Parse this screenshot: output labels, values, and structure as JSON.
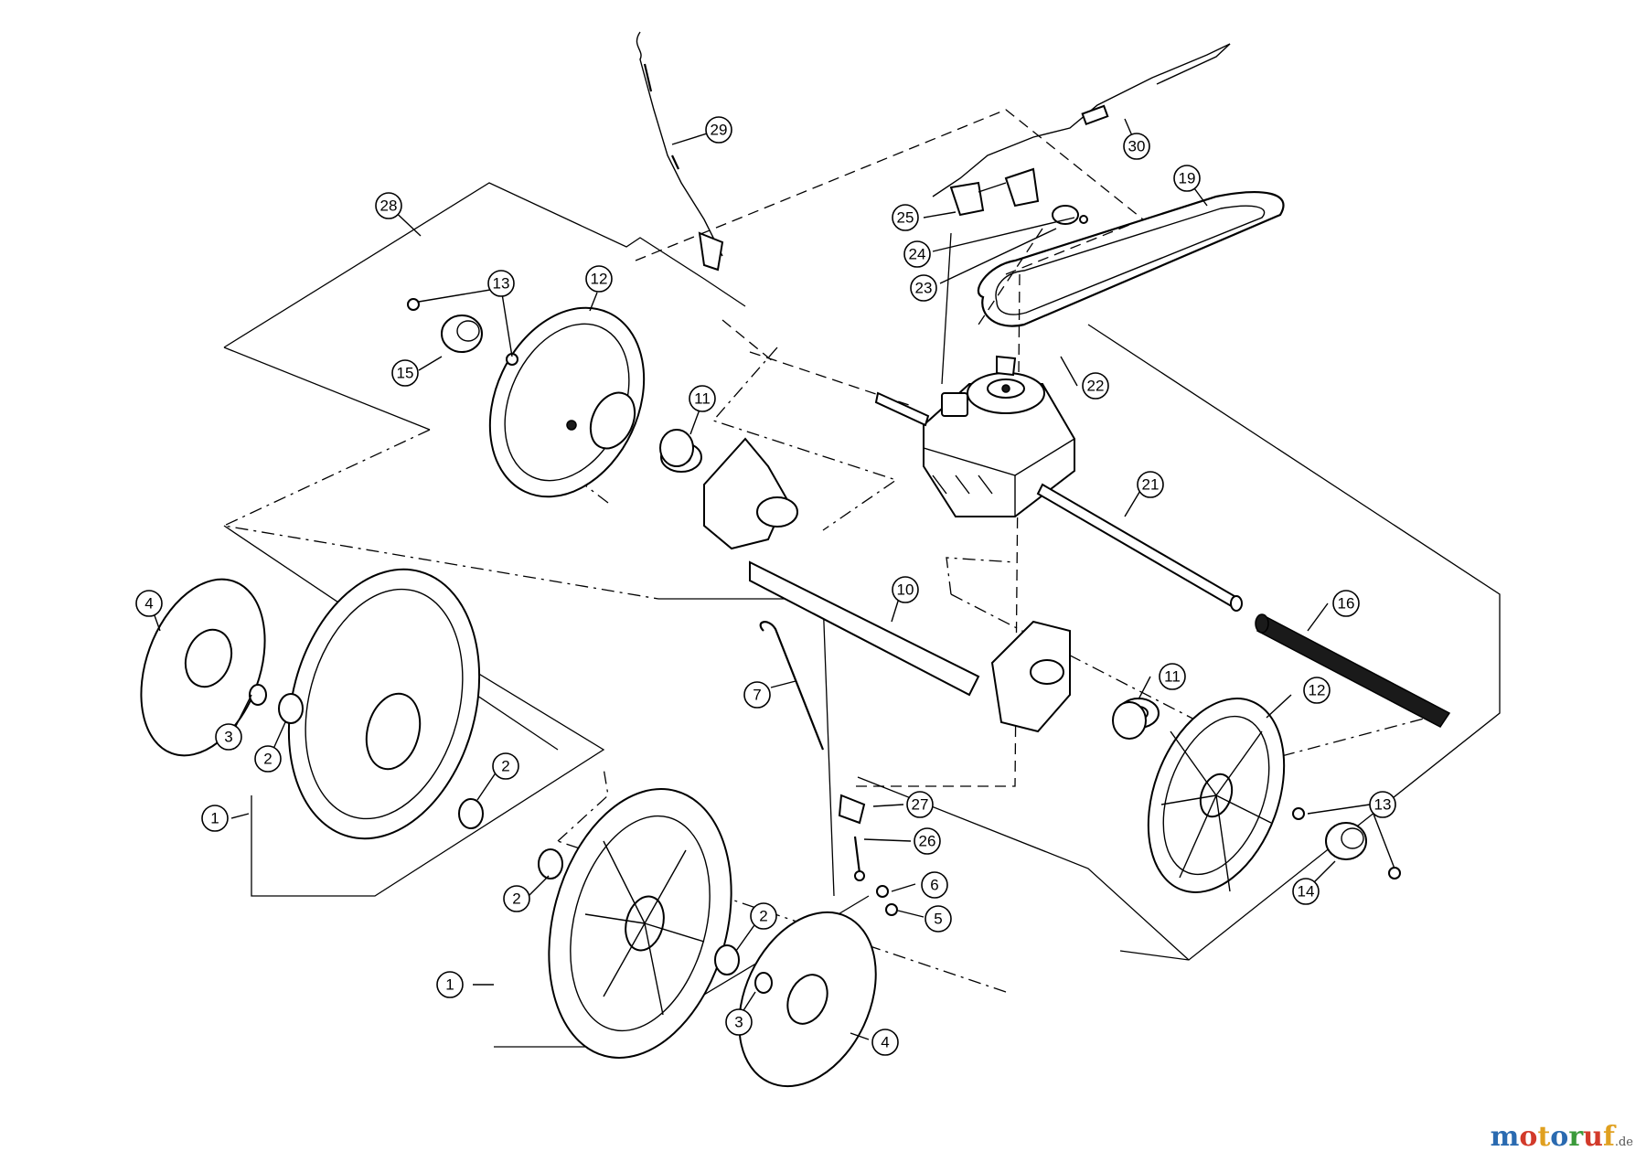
{
  "diagram": {
    "callouts": [
      {
        "id": "c29",
        "label": "29"
      },
      {
        "id": "c30",
        "label": "30"
      },
      {
        "id": "c28",
        "label": "28"
      },
      {
        "id": "c19",
        "label": "19"
      },
      {
        "id": "c25",
        "label": "25"
      },
      {
        "id": "c24",
        "label": "24"
      },
      {
        "id": "c23",
        "label": "23"
      },
      {
        "id": "c13a",
        "label": "13"
      },
      {
        "id": "c12a",
        "label": "12"
      },
      {
        "id": "c15",
        "label": "15"
      },
      {
        "id": "c22",
        "label": "22"
      },
      {
        "id": "c11a",
        "label": "11"
      },
      {
        "id": "c21",
        "label": "21"
      },
      {
        "id": "c10",
        "label": "10"
      },
      {
        "id": "c16",
        "label": "16"
      },
      {
        "id": "c4a",
        "label": "4"
      },
      {
        "id": "c11b",
        "label": "11"
      },
      {
        "id": "c12b",
        "label": "12"
      },
      {
        "id": "c7",
        "label": "7"
      },
      {
        "id": "c3a",
        "label": "3"
      },
      {
        "id": "c2a",
        "label": "2"
      },
      {
        "id": "c2b",
        "label": "2"
      },
      {
        "id": "c1a",
        "label": "1"
      },
      {
        "id": "c27",
        "label": "27"
      },
      {
        "id": "c13b",
        "label": "13"
      },
      {
        "id": "c26",
        "label": "26"
      },
      {
        "id": "c6",
        "label": "6"
      },
      {
        "id": "c14",
        "label": "14"
      },
      {
        "id": "c5",
        "label": "5"
      },
      {
        "id": "c2c",
        "label": "2"
      },
      {
        "id": "c2d",
        "label": "2"
      },
      {
        "id": "c1b",
        "label": "1"
      },
      {
        "id": "c3b",
        "label": "3"
      },
      {
        "id": "c4b",
        "label": "4"
      }
    ]
  },
  "watermark": {
    "letters": [
      "m",
      "o",
      "t",
      "o",
      "r",
      "u",
      "f"
    ],
    "colors": [
      "#2a6ab0",
      "#d23a2a",
      "#e0a020",
      "#2a6ab0",
      "#3a9a3a",
      "#d23a2a",
      "#e0a020"
    ],
    "suffix": ".de"
  }
}
